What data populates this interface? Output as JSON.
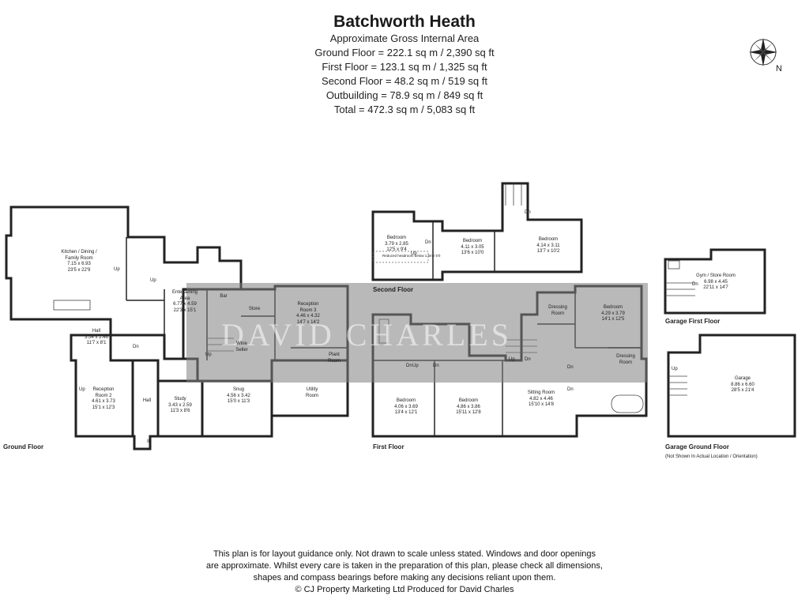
{
  "header": {
    "title": "Batchworth Heath",
    "subtitle": "Approximate Gross Internal Area",
    "areas": [
      "Ground Floor = 222.1 sq m / 2,390 sq ft",
      "First Floor = 123.1 sq m / 1,325 sq ft",
      "Second Floor = 48.2 sq m / 519 sq ft",
      "Outbuilding = 78.9 sq m / 849 sq ft",
      "Total = 472.3 sq m / 5,083 sq ft"
    ]
  },
  "compass": {
    "label": "N"
  },
  "floors": {
    "ground": "Ground Floor",
    "first": "First Floor",
    "second": "Second Floor",
    "garage_first": "Garage First Floor",
    "garage_ground": "Garage Ground Floor",
    "garage_note": "(Not Shown In Actual Location / Orientation)"
  },
  "rooms": {
    "kitchen": [
      "Kitchen / Dining /",
      "Family Room",
      "7.15 x 6.93",
      "23'5 x 22'9"
    ],
    "entertaining": [
      "Entertaining",
      "Area",
      "6.77 x 4.59",
      "22'3 x 15'1"
    ],
    "hall_main": [
      "Hall",
      "3.54 x 2.46",
      "11'7 x 8'1"
    ],
    "reception2": [
      "Reception",
      "Room 2",
      "4.61 x 3.73",
      "15'1 x 12'3"
    ],
    "hall_small": [
      "Hall"
    ],
    "study": [
      "Study",
      "3.43 x 2.59",
      "11'3 x 8'6"
    ],
    "snug": [
      "Snug",
      "4.56 x 3.42",
      "15'0 x 11'3"
    ],
    "reception3": [
      "Reception",
      "Room 3",
      "4.46 x 4.32",
      "14'7 x 14'2"
    ],
    "store": [
      "Store"
    ],
    "bar": [
      "Bar"
    ],
    "wine": [
      "Wine",
      "Seller"
    ],
    "plant": [
      "Plant",
      "Room"
    ],
    "utility": [
      "Utility",
      "Room"
    ],
    "bed_ff1": [
      "Bedroom",
      "4.06 x 3.69",
      "13'4 x 12'1"
    ],
    "bed_ff2": [
      "Bedroom",
      "4.86 x 3.86",
      "15'11 x 12'8"
    ],
    "sitting": [
      "Sitting Room",
      "4.82 x 4.46",
      "15'10 x 14'8"
    ],
    "bed_ff3": [
      "Bedroom",
      "4.29 x 3.79",
      "14'1 x 12'5"
    ],
    "dressing1": [
      "Dressing",
      "Room"
    ],
    "dressing2": [
      "Dressing",
      "Room"
    ],
    "bed_sf1": [
      "Bedroom",
      "3.79 x 2.85",
      "12'5 x 9'4"
    ],
    "bed_sf2": [
      "Bedroom",
      "4.11 x 3.05",
      "13'6 x 10'0"
    ],
    "bed_sf3": [
      "Bedroom",
      "4.14 x 3.11",
      "13'7 x 10'2"
    ],
    "gym": [
      "Gym / Store Room",
      "6.98 x 4.45",
      "22'11 x 14'7"
    ],
    "garage": [
      "Garage",
      "8.86 x 6.60",
      "28'5 x 21'4"
    ]
  },
  "labels": {
    "up": "Up",
    "dn": "Dn",
    "in": "IN",
    "headroom": "Reduced headroom below 1.5m / 5'0"
  },
  "watermark": "DAVID CHARLES",
  "disclaimer": [
    "This plan is for layout guidance only. Not drawn to scale unless stated. Windows and door openings",
    "are approximate. Whilst every care is taken in the preparation of this plan, please check all dimensions,",
    "shapes and compass bearings before making any decisions reliant upon them.",
    "© CJ Property Marketing Ltd  Produced for David Charles"
  ]
}
